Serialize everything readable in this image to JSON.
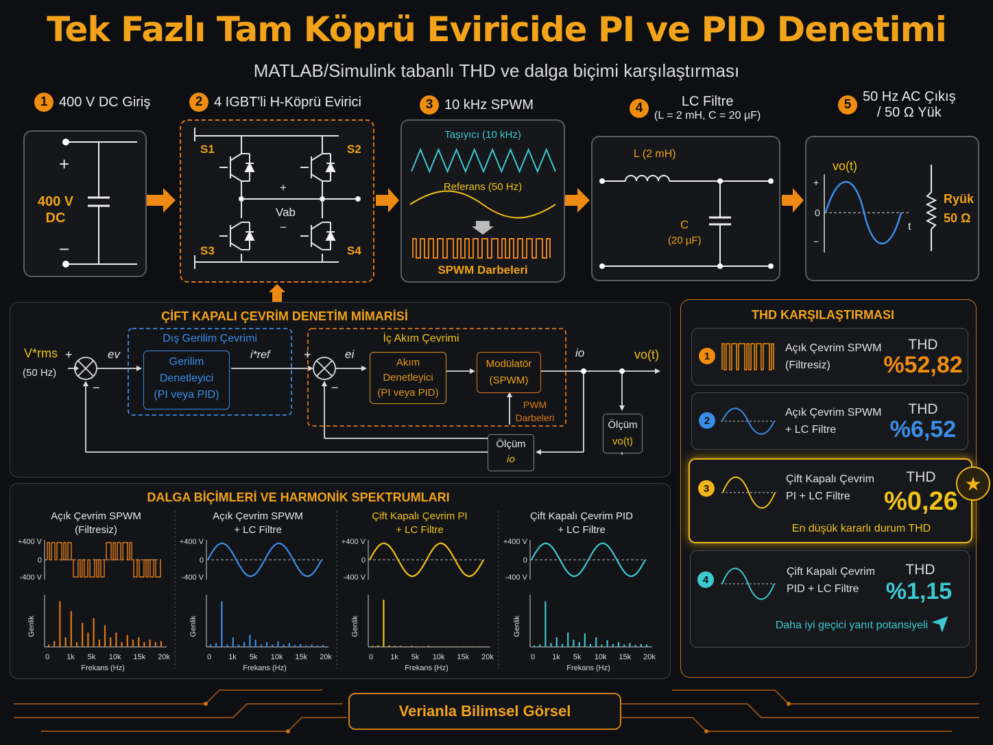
{
  "header": {
    "title": "Tek Fazlı Tam Köprü Eviricide PI ve PID Denetimi",
    "subtitle": "MATLAB/Simulink tabanlı THD ve dalga biçimi karşılaştırması"
  },
  "stages": [
    {
      "num": "1",
      "label": "400 V DC Giriş"
    },
    {
      "num": "2",
      "label": "4 IGBT'li H-Köprü Evirici"
    },
    {
      "num": "3",
      "label": "10 kHz SPWM"
    },
    {
      "num": "4",
      "label": "LC Filtre",
      "sub": "(L = 2 mH, C = 20 µF)"
    },
    {
      "num": "5",
      "label": "50 Hz AC Çıkış",
      "label2": "/ 50 Ω Yük"
    }
  ],
  "dc_source": {
    "plus": "+",
    "minus": "−",
    "value": "400 V",
    "unit": "DC"
  },
  "bridge": {
    "s1": "S1",
    "s2": "S2",
    "s3": "S3",
    "s4": "S4",
    "vab": "Vab",
    "plus": "+",
    "minus": "−"
  },
  "spwm": {
    "carrier": "Taşıyıcı (10 kHz)",
    "reference": "Referans (50 Hz)",
    "pulses": "SPWM Darbeleri"
  },
  "lc_filter": {
    "l": "L (2 mH)",
    "c": "C",
    "c_val": "(20 µF)"
  },
  "output": {
    "vo": "vo(t)",
    "plus": "+",
    "zero": "0",
    "minus": "−",
    "t": "t",
    "r": "Ryük",
    "r_val": "50 Ω"
  },
  "control": {
    "title": "ÇİFT KAPALI ÇEVRİM DENETİM MİMARİSİ",
    "vref": "V*rms",
    "vref_freq": "(50 Hz)",
    "ev": "ev",
    "outer_title": "Dış Gerilim Çevrimi",
    "voltage_ctrl": [
      "Gerilim",
      "Denetleyici",
      "(PI veya PID)"
    ],
    "iref": "i*ref",
    "ei": "ei",
    "inner_title": "İç Akım Çevrimi",
    "current_ctrl": [
      "Akım",
      "Denetleyici",
      "(PI veya PID)"
    ],
    "modulator": [
      "Modülatör",
      "(SPWM)"
    ],
    "pwm": [
      "PWM",
      "Darbeleri"
    ],
    "io": "io",
    "vo": "vo(t)",
    "meas_v": [
      "Ölçüm",
      "vo(t)"
    ],
    "meas_i": [
      "Ölçüm",
      "io"
    ],
    "plus": "+",
    "minus": "−"
  },
  "thd": {
    "title": "THD KARŞILAŞTIRMASI",
    "label": "THD",
    "cards": [
      {
        "num": "1",
        "name1": "Açık Çevrim SPWM",
        "name2": "(Filtresiz)",
        "value": "%52,82",
        "color": "#f08c10"
      },
      {
        "num": "2",
        "name1": "Açık Çevrim SPWM",
        "name2": "+ LC Filtre",
        "value": "%6,52",
        "color": "#3a8ee8"
      },
      {
        "num": "3",
        "name1": "Çift Kapalı Çevrim",
        "name2": "PI + LC Filtre",
        "value": "%0,26",
        "color": "#f2b61a",
        "note": "En düşük kararlı durum THD"
      },
      {
        "num": "4",
        "name1": "Çift Kapalı Çevrim",
        "name2": "PID + LC Filtre",
        "value": "%1,15",
        "color": "#3ec8d0",
        "note": "Daha iyi geçici yanıt potansiyeli"
      }
    ]
  },
  "waveforms": {
    "title": "DALGA BİÇİMLERİ VE HARMONİK SPEKTRUMLARI",
    "ytick_top": "+400 V",
    "ytick_mid": "0",
    "ytick_bot": "-400 V",
    "ylabel": "Genlik",
    "xlabel": "Frekans (Hz)",
    "xticks": [
      "0",
      "1k",
      "5k",
      "10k",
      "15k",
      "20k"
    ],
    "panels": [
      {
        "t1": "Açık Çevrim SPWM",
        "t2": "(Filtresiz)",
        "color": "#e0781a",
        "tcolor": "#e8e8e8"
      },
      {
        "t1": "Açık Çevrim SPWM",
        "t2": "+ LC Filtre",
        "color": "#3a8ee8",
        "tcolor": "#e8e8e8"
      },
      {
        "t1": "Çift Kapalı Çevrim PI",
        "t2": "+ LC Filtre",
        "color": "#f2c21a",
        "tcolor": "#f2c21a"
      },
      {
        "t1": "Çift Kapalı Çevrim PID",
        "t2": "+ LC Filtre",
        "color": "#3ec8d0",
        "tcolor": "#e8e8e8"
      }
    ]
  },
  "footer": {
    "label": "Verianla Bilimsel Görsel"
  }
}
